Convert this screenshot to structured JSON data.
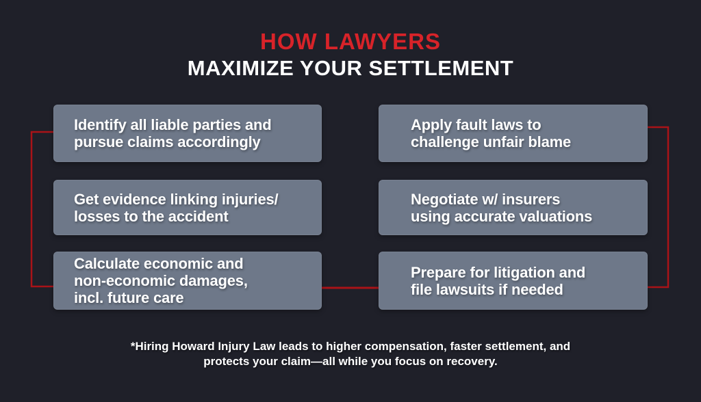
{
  "title": {
    "line1": "HOW LAWYERS",
    "line2": "MAXIMIZE YOUR SETTLEMENT"
  },
  "boxes": [
    {
      "lines": [
        "Identify all liable parties and",
        "pursue claims accordingly"
      ]
    },
    {
      "lines": [
        "Apply fault laws to",
        "challenge unfair blame"
      ]
    },
    {
      "lines": [
        "Get evidence linking injuries/",
        "losses to the accident"
      ]
    },
    {
      "lines": [
        "Negotiate w/ insurers",
        "using accurate valuations"
      ]
    },
    {
      "lines": [
        "Calculate economic and",
        "non-economic damages,",
        "incl. future care"
      ]
    },
    {
      "lines": [
        "Prepare for litigation and",
        "file lawsuits if needed"
      ]
    }
  ],
  "footer": {
    "line1": "*Hiring Howard Injury Law leads to higher compensation, faster settlement, and",
    "line2": "protects your claim—all while you focus on recovery."
  },
  "colors": {
    "bg": "#1f2029",
    "box": "#6e7889",
    "accent": "#d82329",
    "connector": "#a91318",
    "text": "#ffffff"
  }
}
